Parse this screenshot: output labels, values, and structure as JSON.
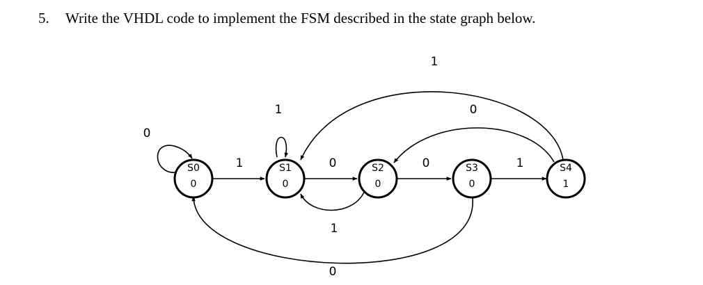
{
  "question": {
    "number": "5.",
    "text": "Write the VHDL code to implement the FSM described in the state graph below."
  },
  "states": [
    {
      "id": "S0",
      "label": "S0",
      "output": "0"
    },
    {
      "id": "S1",
      "label": "S1",
      "output": "0"
    },
    {
      "id": "S2",
      "label": "S2",
      "output": "0"
    },
    {
      "id": "S3",
      "label": "S3",
      "output": "0"
    },
    {
      "id": "S4",
      "label": "S4",
      "output": "1"
    }
  ],
  "transitions": [
    {
      "from": "S0",
      "to": "S0",
      "input": "0"
    },
    {
      "from": "S0",
      "to": "S1",
      "input": "1"
    },
    {
      "from": "S1",
      "to": "S1",
      "input": "1"
    },
    {
      "from": "S1",
      "to": "S2",
      "input": "0"
    },
    {
      "from": "S2",
      "to": "S1",
      "input": "1"
    },
    {
      "from": "S2",
      "to": "S3",
      "input": "0"
    },
    {
      "from": "S3",
      "to": "S4",
      "input": "1"
    },
    {
      "from": "S3",
      "to": "S0",
      "input": "0"
    },
    {
      "from": "S4",
      "to": "S1",
      "input": "1"
    },
    {
      "from": "S4",
      "to": "S2",
      "input": "0"
    }
  ]
}
